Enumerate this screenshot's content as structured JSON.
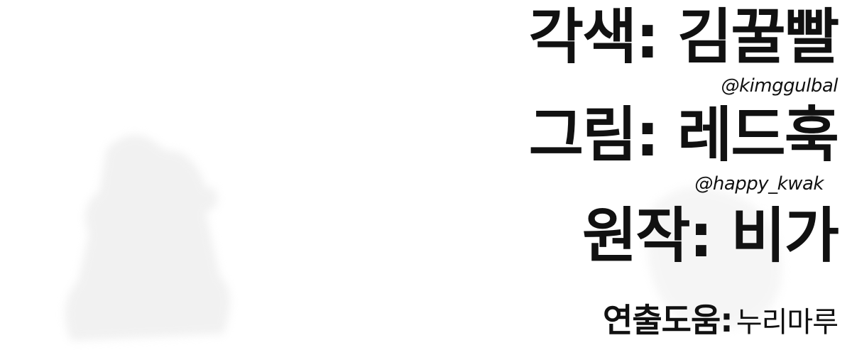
{
  "credits": {
    "writer": {
      "label": "각색: 김꿀빨",
      "handle": "@kimggulbal"
    },
    "artist": {
      "label": "그림: 레드훅",
      "handle": "@happy_kwak"
    },
    "original": {
      "label": "원작: 비가"
    },
    "direction_assist": {
      "role": "연출도움:",
      "name": "누리마루"
    }
  },
  "colors": {
    "text": "#111111",
    "background": "#ffffff",
    "ghost": "#e6e6e6"
  }
}
